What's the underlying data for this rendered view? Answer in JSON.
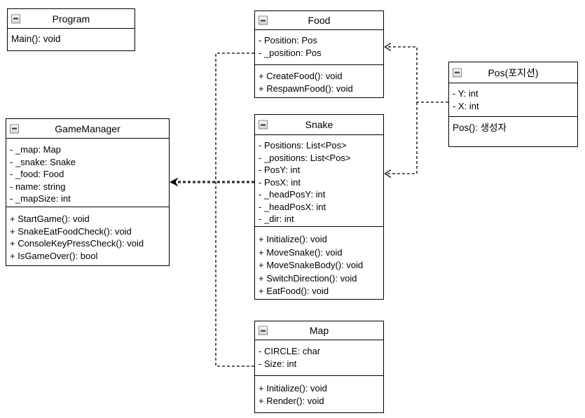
{
  "diagram": {
    "type": "uml-class-diagram",
    "background": "#ffffff",
    "box_fill": "#ffffff",
    "border_color": "#000000",
    "text_color": "#000000",
    "connector_color": "#000000",
    "connector_style": "dashed",
    "collapse_icon_glyph": "minus"
  },
  "classes": [
    {
      "id": "program",
      "title": "Program",
      "fields": [],
      "methods": [
        "Main(): void"
      ]
    },
    {
      "id": "food",
      "title": "Food",
      "fields": [
        "- Position: Pos",
        "- _position: Pos"
      ],
      "methods": [
        "+ CreateFood(): void",
        "+ RespawnFood(): void"
      ]
    },
    {
      "id": "pos",
      "title": "Pos(포지션)",
      "fields": [
        "- Y: int",
        "- X: int"
      ],
      "methods": [
        "Pos(): 생성자"
      ]
    },
    {
      "id": "gamemanager",
      "title": "GameManager",
      "fields": [
        "- _map: Map",
        "- _snake: Snake",
        "- _food: Food",
        "- name: string",
        "- _mapSize: int"
      ],
      "methods": [
        "+ StartGame(): void",
        "+ SnakeEatFoodCheck(): void",
        "+ ConsoleKeyPressCheck(): void",
        "+ IsGameOver(): bool"
      ]
    },
    {
      "id": "snake",
      "title": "Snake",
      "fields": [
        "- Positions: List<Pos>",
        "- _positions: List<Pos>",
        "- PosY: int",
        "- PosX: int",
        "- _headPosY: int",
        "- _headPosX: int",
        "- _dir: int"
      ],
      "methods": [
        "+ Initialize(): void",
        "+ MoveSnake(): void",
        "+ MoveSnakeBody(): void",
        "+ SwitchDirection(): void",
        "+ EatFood(): void"
      ]
    },
    {
      "id": "map",
      "title": "Map",
      "fields": [
        "- CIRCLE: char",
        "- Size: int"
      ],
      "methods": [
        "+ Initialize(): void",
        "+ Render(): void"
      ]
    }
  ],
  "relationships": [
    {
      "from": "Food",
      "to": "GameManager",
      "style": "dashed-arrow"
    },
    {
      "from": "Snake",
      "to": "GameManager",
      "style": "dashed-arrow"
    },
    {
      "from": "Map",
      "to": "GameManager",
      "style": "dashed-arrow"
    },
    {
      "from": "Pos",
      "to": "Food",
      "style": "dashed-arrow"
    },
    {
      "from": "Pos",
      "to": "Snake",
      "style": "dashed-arrow"
    }
  ]
}
